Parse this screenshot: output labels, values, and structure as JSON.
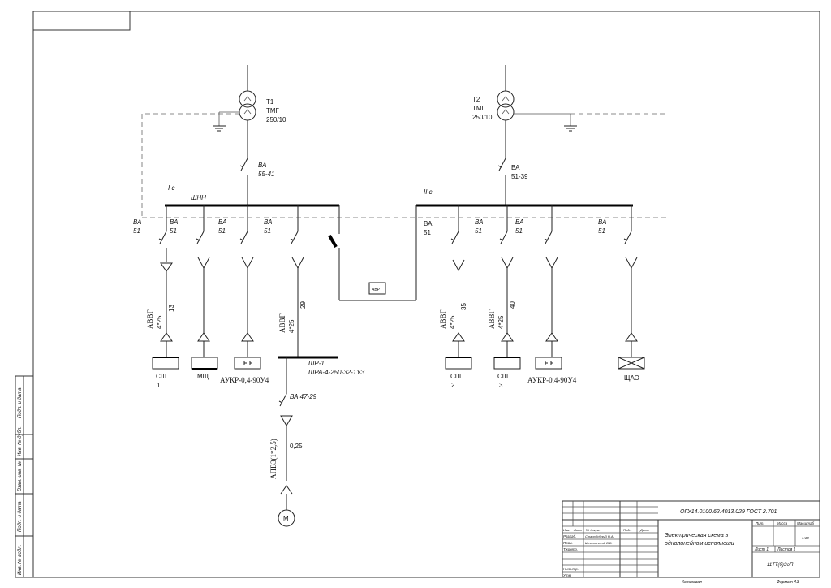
{
  "transformers": {
    "t1": {
      "name": "Т1",
      "type": "ТМГ",
      "rating": "250/10"
    },
    "t2": {
      "name": "Т2",
      "type": "ТМГ",
      "rating": "250/10"
    }
  },
  "breakers": {
    "main1": {
      "name": "ВА",
      "num": "55-41"
    },
    "main2": {
      "name": "ВА",
      "num": "51-39"
    },
    "bus1_labels": [
      {
        "name": "ВА",
        "num": "51"
      },
      {
        "name": "ВА",
        "num": "51"
      },
      {
        "name": "ВА",
        "num": "51"
      },
      {
        "name": "ВА",
        "num": "51"
      }
    ],
    "bus2_labels": [
      {
        "name": "ВА",
        "num": "51"
      },
      {
        "name": "ВА",
        "num": "51"
      },
      {
        "name": "ВА",
        "num": "51"
      },
      {
        "name": "ВА",
        "num": "51"
      }
    ],
    "sub": {
      "text": "ВА 47-29"
    }
  },
  "sections": {
    "s1": "I с",
    "s2": "II с",
    "bus1_name": "ШНН"
  },
  "avr": "АВР",
  "cables": {
    "c1": {
      "type": "АВВГ",
      "size": "4*25",
      "len": "13"
    },
    "c2": {
      "type": "АВВГ",
      "size": "4*25",
      "len": "29"
    },
    "c3": {
      "type": "АВВГ",
      "size": "4*25",
      "len": "35"
    },
    "c4": {
      "type": "АВВГ",
      "size": "4*25",
      "len": "40"
    },
    "motor": {
      "type": "АПВ3(1*2,5)",
      "len": "0,25"
    }
  },
  "loads": {
    "l1": {
      "name": "СШ",
      "num": "1"
    },
    "l2": {
      "name": "МЩ"
    },
    "l3": {
      "name": "АУКР-0,4-90У4"
    },
    "shr": {
      "name": "ШР-1",
      "type": "ШРА-4-250-32-1УЗ"
    },
    "l5": {
      "name": "СШ",
      "num": "2"
    },
    "l6": {
      "name": "СШ",
      "num": "3"
    },
    "l7": {
      "name": "АУКР-0,4-90У4"
    },
    "l8": {
      "name": "ЩАО"
    },
    "motor": "М"
  },
  "side_stamp": [
    "Подп. и дата",
    "Инв. № дубл.",
    "Взам. инв. №",
    "Подп. и дата",
    "Инв. № подл."
  ],
  "title_block": {
    "doc_code": "ОГУ14.0100.62.4013.029 ГОСТ 2.701",
    "title_line1": "Электрическая схема в",
    "title_line2": "однолинейном исполнеши",
    "head": {
      "izm": "Изм.",
      "list": "Лист",
      "ndoc": "№ докум.",
      "podp": "Подп.",
      "data": "Дата"
    },
    "razrab_label": "Разраб.",
    "razrab_name": "Старобубный Н.А.",
    "prov_label": "Пров.",
    "prov_name": "Шевелинский В.Б.",
    "tkontr_label": "Т.контр.",
    "nkontr_label": "Н.контр.",
    "utv_label": "Утв.",
    "lit": "Лит.",
    "massa": "Масса",
    "masshtab": "Масштаб",
    "scale": "1:10",
    "sheet": "Лист 1",
    "sheets": "Листов 1",
    "org": "11ТТ(б)ЗоП",
    "copied": "Копировал",
    "format": "Формат А3"
  }
}
